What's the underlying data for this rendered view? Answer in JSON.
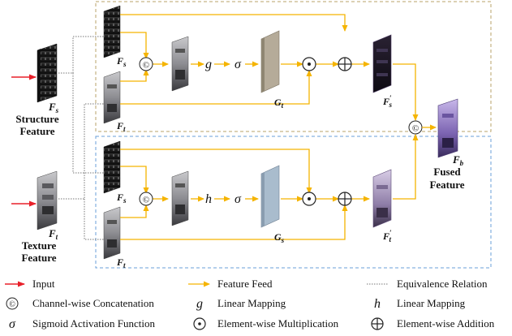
{
  "inputs": {
    "structure": {
      "symbol": "F",
      "sub": "s",
      "line1": "Structure",
      "line2": "Feature"
    },
    "texture": {
      "symbol": "F",
      "sub": "t",
      "line1": "Texture",
      "line2": "Feature"
    }
  },
  "branch_top": {
    "in1_sym": "F",
    "in1_sub": "s",
    "in2_sym": "F",
    "in2_sub": "t",
    "op_concat": "©",
    "mapping": "g",
    "sigma": "σ",
    "gate_sym": "G",
    "gate_sub": "t",
    "mult": "⊙",
    "add": "⊕",
    "out_sym": "F",
    "out_sub": "s",
    "out_prime": "′"
  },
  "branch_bottom": {
    "in1_sym": "F",
    "in1_sub": "s",
    "in2_sym": "F",
    "in2_sub": "t",
    "op_concat": "©",
    "mapping": "h",
    "sigma": "σ",
    "gate_sym": "G",
    "gate_sub": "s",
    "mult": "⊙",
    "add": "⊕",
    "out_sym": "F",
    "out_sub": "t",
    "out_prime": "′"
  },
  "fusion": {
    "op_concat": "©",
    "out_sym": "F",
    "out_sub": "b",
    "line1": "Fused",
    "line2": "Feature"
  },
  "legend": {
    "input": "Input",
    "feature_feed": "Feature Feed",
    "equivalence": "Equivalence Relation",
    "concat_sym": "©",
    "concat": "Channel-wise Concatenation",
    "g_sym": "g",
    "g_text": "Linear Mapping",
    "h_sym": "h",
    "h_text": "Linear Mapping",
    "sigma_sym": "σ",
    "sigma_text": "Sigmoid Activation Function",
    "mult_sym": "⊙",
    "mult_text": "Element-wise Multiplication",
    "add_sym": "⊕",
    "add_text": "Element-wise Addition"
  },
  "colors": {
    "arrow": "#f5b400",
    "input_arrow": "#e8202a",
    "box_top": "#b9a36a",
    "box_bottom": "#6a9fd8",
    "equivalence": "#777777",
    "gate_top": "#b5ab99",
    "gate_bottom": "#a9bccd",
    "fused": "#8a70c0"
  }
}
